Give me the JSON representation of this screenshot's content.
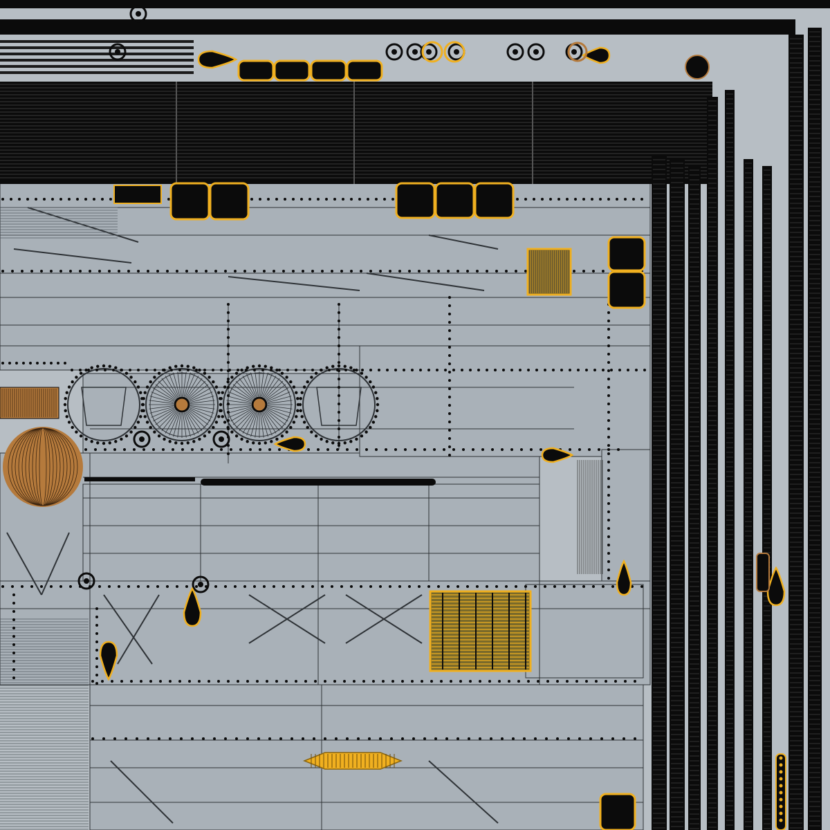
{
  "sheet": {
    "type": "uv-texture-layout",
    "colors": {
      "base": "#b7bec4",
      "panel": "#a9b1b8",
      "dark": "#0b0b0b",
      "line": "#2e3236",
      "highlight": "#f0b020",
      "copper": "#b57a3c"
    },
    "regions": [
      "top-dark-band",
      "right-vertical-strips",
      "fan-grilles",
      "mesh-panels",
      "lower-truss-panels"
    ]
  }
}
